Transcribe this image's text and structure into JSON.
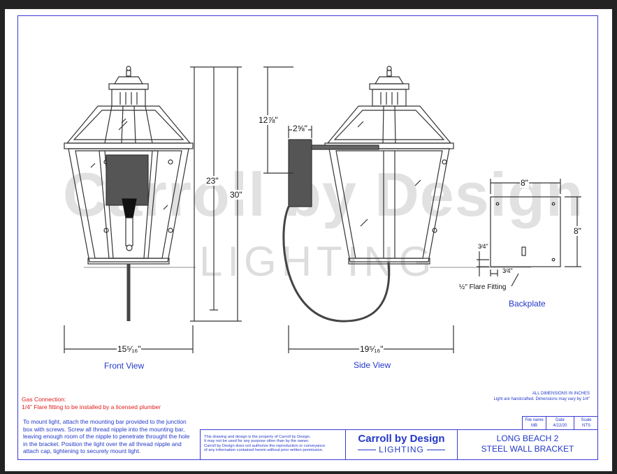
{
  "watermark": {
    "brand": "Carroll by Design",
    "sub": "LIGHTING"
  },
  "views": {
    "front": {
      "title": "Front View",
      "dim_height_body": "23\"",
      "dim_height_total": "30\"",
      "dim_width": "15⁵⁄₁₆\""
    },
    "side": {
      "title": "Side View",
      "dim_drop": "12⅞\"",
      "dim_bracket": "2⅝\"",
      "dim_depth": "19⁵⁄₁₆\""
    },
    "backplate": {
      "title": "Backplate",
      "dim_width": "8\"",
      "dim_height": "8\"",
      "dim_offset_v": "3⁄4\"",
      "dim_offset_h": "3⁄4\"",
      "flare_label": "½\" Flare Fitting"
    }
  },
  "notes": {
    "gas_title": "Gas Connection:",
    "gas_text": "1/4\" Flare fitting to be installed by a licensed plumber",
    "dimensions_line1": "ALL DIMENSIONS IN INCHES",
    "dimensions_line2": "Light are handcrafted. Dimensions may vary by 1/4\"",
    "mount_line1": "To mount light, attach the mounting bar provided to the junction",
    "mount_line2": "box with screws. Screw all thread nipple into the mounting bar,",
    "mount_line3": "leaving enough room of the nipple to penetrate throught the hole",
    "mount_line4": "in the bracket. Position the light over the all thread nipple and",
    "mount_line5": "attach cap, tightening to securely mount light."
  },
  "title_block": {
    "file_name_label": "File name",
    "file_name_value": "MB",
    "date_label": "Date",
    "date_value": "4/22/20",
    "scale_label": "Scale",
    "scale_value": "NTS",
    "legal_line1": "This drawing and design is the property of Carroll by Design.",
    "legal_line2": "It may not be used for any purpose other than by the owner.",
    "legal_line3": "Carroll by Design does not authorize the reproduction or conveyance",
    "legal_line4": "of any information contained herein without prior written permission.",
    "company": "Carroll by Design",
    "company_sub": "LIGHTING",
    "product_line1": "LONG BEACH 2",
    "product_line2": "STEEL WALL BRACKET"
  },
  "colors": {
    "frame": "#3a3ad6",
    "note_blue": "#2238c9",
    "note_red": "#e01b1b"
  }
}
